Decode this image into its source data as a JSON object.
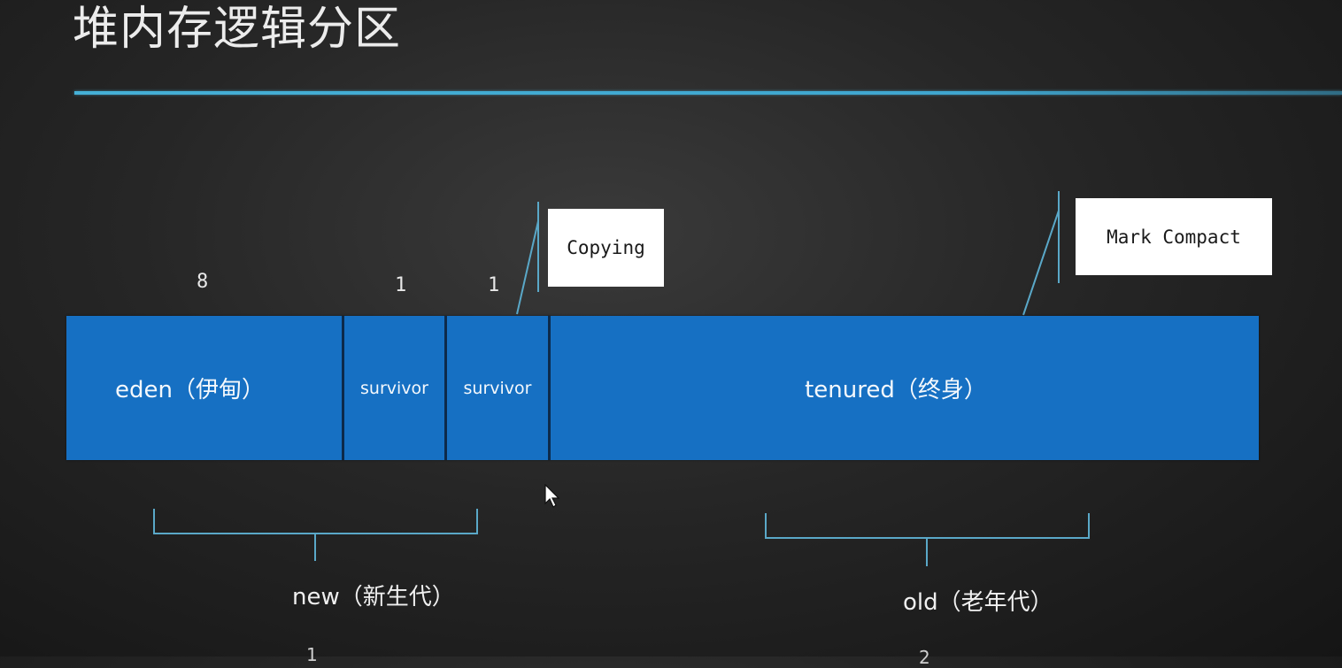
{
  "title": "堆内存逻辑分区",
  "ratios": {
    "eden": "8",
    "survivor1": "1",
    "survivor2": "1"
  },
  "segments": {
    "eden": "eden（伊甸）",
    "survivor1": "survivor",
    "survivor2": "survivor",
    "tenured": "tenured（终身）"
  },
  "callouts": {
    "copying": "Copying",
    "mark_compact": "Mark Compact"
  },
  "generations": {
    "new": "new（新生代）",
    "old": "old（老年代）"
  },
  "bottom_fragments": {
    "left": "1",
    "right": "2"
  },
  "colors": {
    "heap_blue": "#1670c3",
    "accent_line": "#45b0d6",
    "bracket": "#5aa8c8"
  }
}
